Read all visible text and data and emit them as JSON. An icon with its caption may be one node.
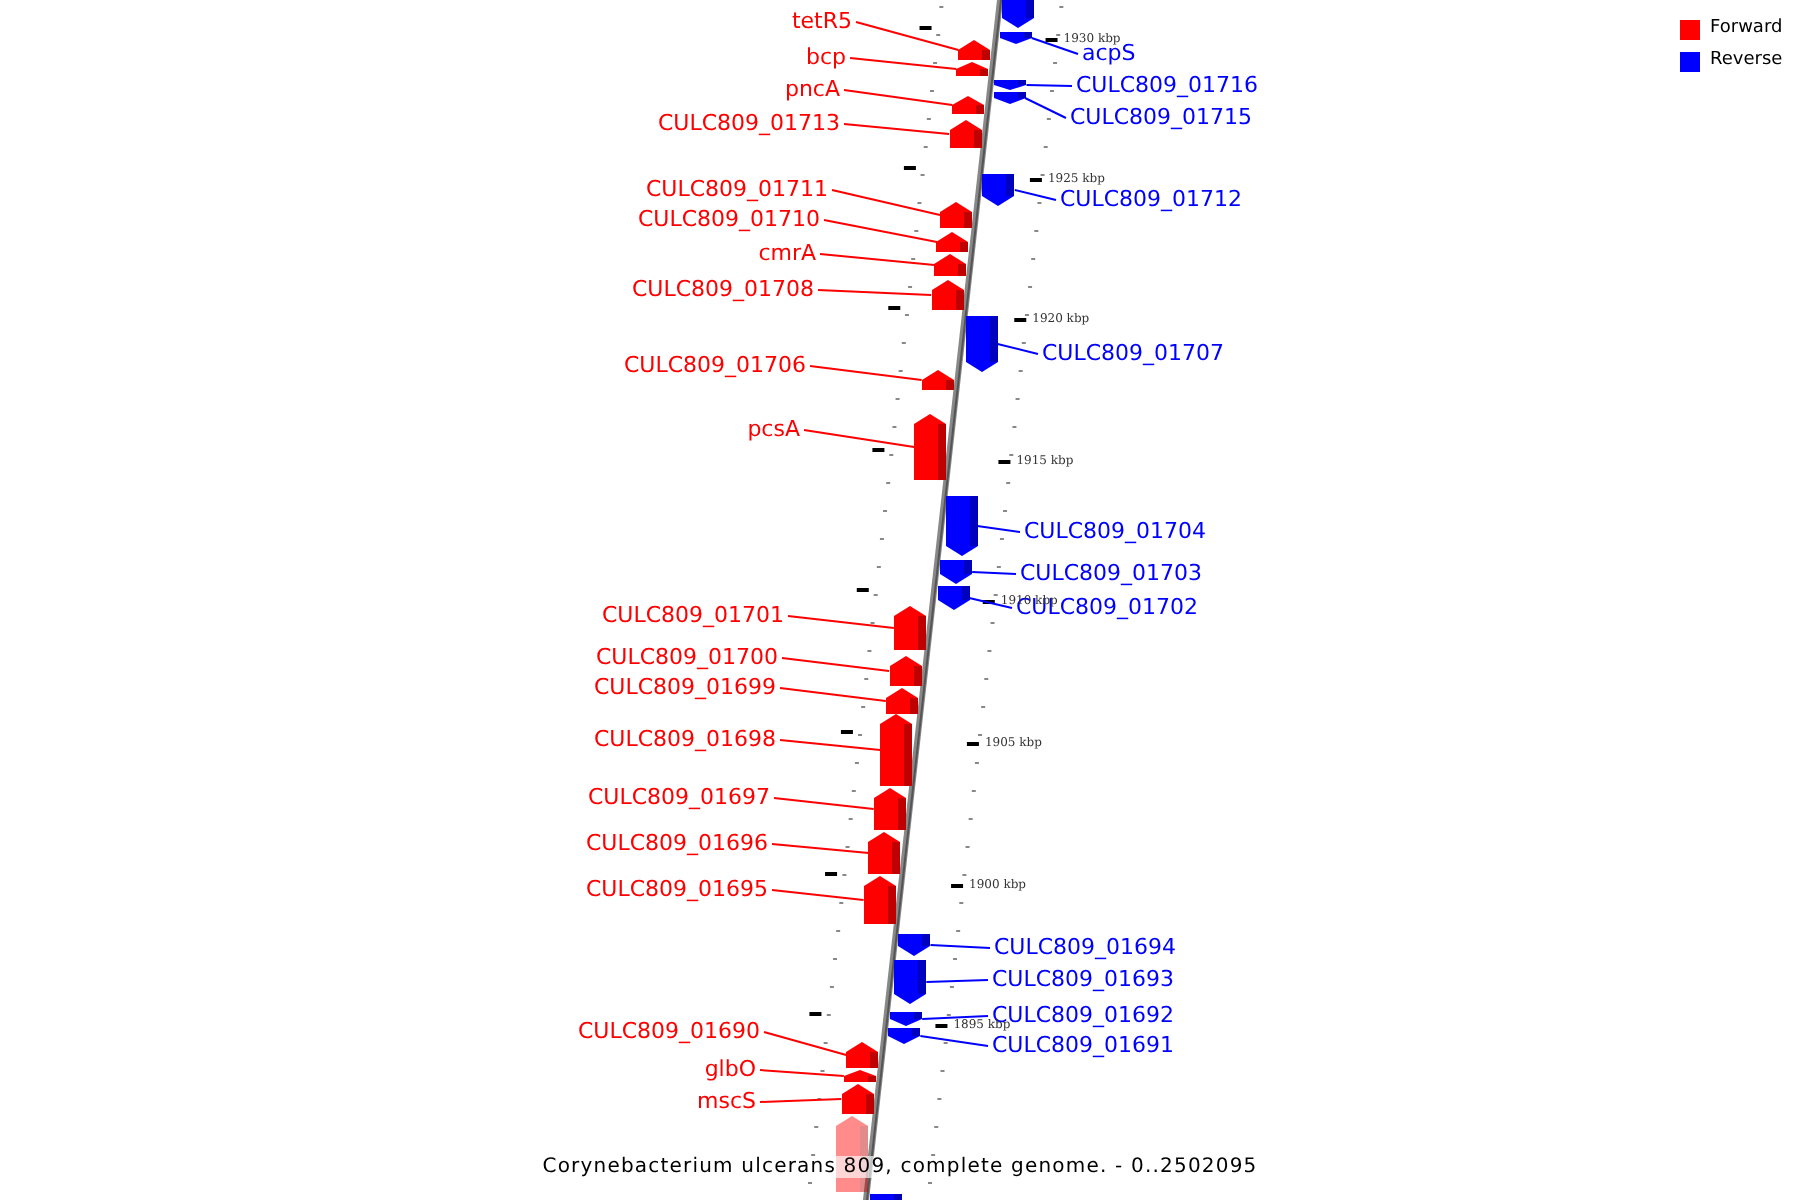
{
  "diagram": {
    "caption": "Corynebacterium ulcerans 809, complete genome. - 0..2502095",
    "nodes": [
      {
        "text": [],
        "shape": "arrow"
      },
      {
        "text": [
          "tetR5"
        ]
      },
      {
        "text": [],
        "shape": "arrow"
      },
      {
        "text": [
          "acpS"
        ]
      },
      {
        "text": [],
        "shape": "arrow"
      },
      {
        "text": [
          "bcp"
        ]
      },
      {
        "text": [],
        "shape": "arrow"
      },
      {
        "text": [
          "CULC809_01716"
        ]
      },
      {
        "text": [],
        "shape": "arrow"
      },
      {
        "text": [
          "pncA"
        ]
      },
      {
        "text": [],
        "shape": "arrow"
      },
      {
        "text": [
          "CULC809_01715"
        ]
      },
      {
        "text": [],
        "shape": "arrow"
      },
      {
        "text": [
          "CULC809_01713"
        ]
      },
      {
        "text": [],
        "shape": "arrow"
      },
      {
        "text": [
          "CULC809_01711"
        ]
      },
      {
        "text": [],
        "shape": "arrow"
      },
      {
        "text": [
          "CULC809_01712"
        ]
      },
      {
        "text": [],
        "shape": "arrow"
      },
      {
        "text": [
          "CULC809_01710"
        ]
      },
      {
        "text": [],
        "shape": "arrow"
      },
      {
        "text": [
          "cmrA"
        ]
      },
      {
        "text": [],
        "shape": "arrow"
      },
      {
        "text": [
          "CULC809_01708"
        ]
      },
      {
        "text": [],
        "shape": "arrow"
      },
      {
        "text": [
          "CULC809_01707"
        ]
      },
      {
        "text": [],
        "shape": "arrow"
      },
      {
        "text": [
          "CULC809_01706"
        ]
      },
      {
        "text": [],
        "shape": "arrow"
      },
      {
        "text": [
          "pcsA"
        ]
      },
      {
        "text": [],
        "shape": "arrow"
      },
      {
        "text": [
          "CULC809_01704"
        ]
      },
      {
        "text": [],
        "shape": "arrow"
      },
      {
        "text": [
          "CULC809_01703"
        ]
      },
      {
        "text": [],
        "shape": "arrow"
      },
      {
        "text": [
          "CULC809_01702"
        ]
      },
      {
        "text": [],
        "shape": "arrow"
      },
      {
        "text": [
          "CULC809_01701"
        ]
      },
      {
        "text": [],
        "shape": "arrow"
      },
      {
        "text": [
          "CULC809_01700"
        ]
      },
      {
        "text": [],
        "shape": "arrow"
      },
      {
        "text": [
          "CULC809_01699"
        ]
      },
      {
        "text": [],
        "shape": "arrow"
      },
      {
        "text": [
          "CULC809_01698"
        ]
      },
      {
        "text": [],
        "shape": "arrow"
      },
      {
        "text": [
          "CULC809_01697"
        ]
      },
      {
        "text": [],
        "shape": "arrow"
      },
      {
        "text": [
          "CULC809_01696"
        ]
      },
      {
        "text": [],
        "shape": "arrow"
      },
      {
        "text": [
          "CULC809_01695"
        ]
      },
      {
        "text": [],
        "shape": "arrow"
      },
      {
        "text": [
          "CULC809_01694"
        ]
      },
      {
        "text": [],
        "shape": "arrow"
      },
      {
        "text": [
          "CULC809_01693"
        ]
      },
      {
        "text": [],
        "shape": "arrow"
      },
      {
        "text": [
          "CULC809_01692"
        ]
      },
      {
        "text": [],
        "shape": "arrow"
      },
      {
        "text": [
          "CULC809_01691"
        ]
      },
      {
        "text": [],
        "shape": "arrow"
      },
      {
        "text": [
          "CULC809_01690"
        ]
      },
      {
        "text": [],
        "shape": "arrow"
      },
      {
        "text": [
          "glbO"
        ]
      },
      {
        "text": [],
        "shape": "arrow"
      },
      {
        "text": [
          "mscS"
        ]
      },
      {
        "text": [],
        "shape": "arrow"
      },
      {
        "text": [],
        "shape": "arrow"
      },
      {
        "text": [],
        "shape": "arrow"
      }
    ],
    "edges": [
      {
        "from": 1,
        "to": 2,
        "arrow": "none"
      },
      {
        "from": 3,
        "to": 4,
        "arrow": "none",
        "color": "#0000ff"
      },
      {
        "from": 5,
        "to": 6,
        "arrow": "none"
      },
      {
        "from": 7,
        "to": 8,
        "arrow": "none",
        "color": "#0000ff"
      },
      {
        "from": 9,
        "to": 10,
        "arrow": "none"
      },
      {
        "from": 11,
        "to": 12,
        "arrow": "none",
        "color": "#0000ff"
      },
      {
        "from": 13,
        "to": 14,
        "arrow": "none"
      },
      {
        "from": 15,
        "to": 16,
        "arrow": "none"
      },
      {
        "from": 17,
        "to": 18,
        "arrow": "none",
        "color": "#0000ff"
      },
      {
        "from": 19,
        "to": 20,
        "arrow": "none"
      },
      {
        "from": 21,
        "to": 22,
        "arrow": "none"
      },
      {
        "from": 23,
        "to": 24,
        "arrow": "none"
      },
      {
        "from": 25,
        "to": 26,
        "arrow": "none",
        "color": "#0000ff"
      },
      {
        "from": 27,
        "to": 28,
        "arrow": "none"
      },
      {
        "from": 29,
        "to": 30,
        "arrow": "none"
      },
      {
        "from": 31,
        "to": 32,
        "arrow": "none",
        "color": "#0000ff"
      },
      {
        "from": 33,
        "to": 34,
        "arrow": "none",
        "color": "#0000ff"
      },
      {
        "from": 35,
        "to": 36,
        "arrow": "none",
        "color": "#0000ff"
      },
      {
        "from": 37,
        "to": 38,
        "arrow": "none"
      },
      {
        "from": 39,
        "to": 40,
        "arrow": "none"
      },
      {
        "from": 41,
        "to": 42,
        "arrow": "none"
      },
      {
        "from": 43,
        "to": 44,
        "arrow": "none"
      },
      {
        "from": 45,
        "to": 46,
        "arrow": "none"
      },
      {
        "from": 47,
        "to": 48,
        "arrow": "none"
      },
      {
        "from": 49,
        "to": 50,
        "arrow": "none"
      },
      {
        "from": 51,
        "to": 52,
        "arrow": "none",
        "color": "#0000ff"
      },
      {
        "from": 53,
        "to": 54,
        "arrow": "none",
        "color": "#0000ff"
      },
      {
        "from": 55,
        "to": 56,
        "arrow": "none",
        "color": "#0000ff"
      },
      {
        "from": 57,
        "to": 58,
        "arrow": "none",
        "color": "#0000ff"
      },
      {
        "from": 59,
        "to": 60,
        "arrow": "none"
      },
      {
        "from": 61,
        "to": 62,
        "arrow": "none"
      },
      {
        "from": 63,
        "to": 64,
        "arrow": "none"
      }
    ],
    "labels": [
      "1930 kbp",
      "1925 kbp",
      "1920 kbp",
      "1915 kbp",
      "1910 kbp",
      "1905 kbp",
      "1900 kbp",
      "1895 kbp"
    ],
    "legend": [
      {
        "text": "Forward",
        "color": "#ff0000"
      },
      {
        "text": "Reverse",
        "color": "#0000ff"
      }
    ]
  }
}
